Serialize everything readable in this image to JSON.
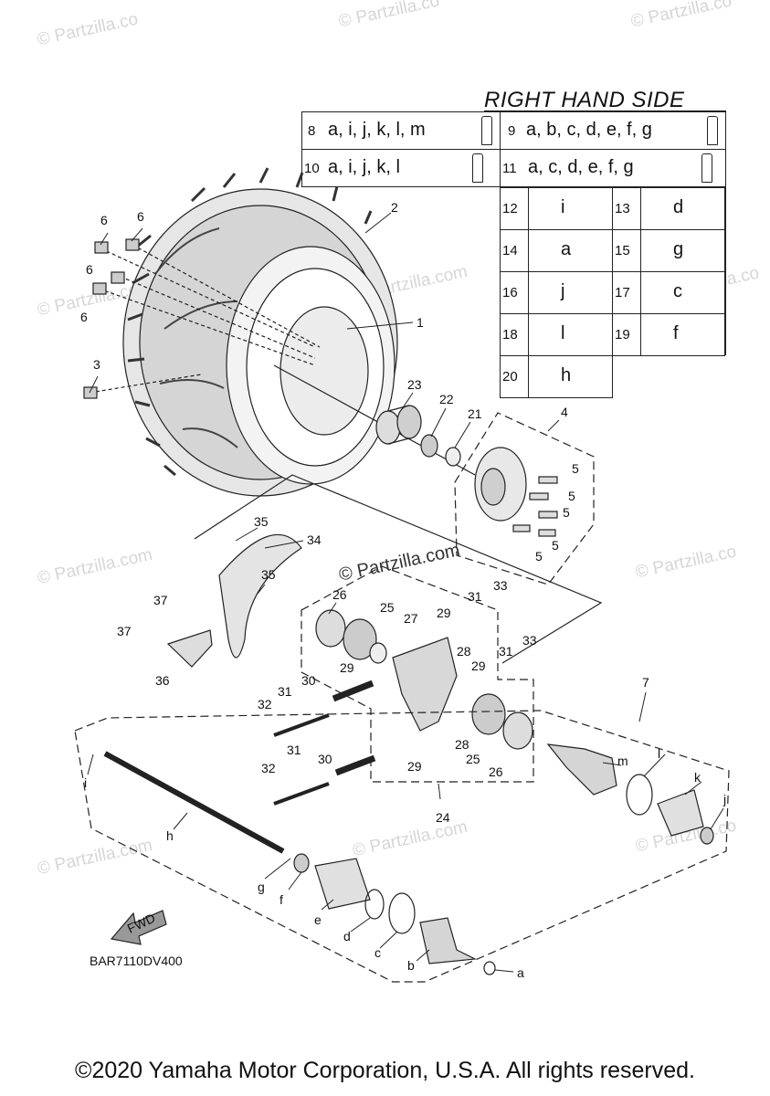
{
  "title": "RIGHT HAND SIDE",
  "copyright": "©2020 Yamaha Motor Corporation, U.S.A. All rights reserved.",
  "diagram_code": "BAR7110DV400",
  "fwd_label": "FWD",
  "watermarks": {
    "short": "© Partzilla.co",
    "long": "© Partzilla.com",
    "center": "© Partzilla.com"
  },
  "chart_legend_top": [
    {
      "num": "8",
      "value": "a, i, j, k, l, m"
    },
    {
      "num": "9",
      "value": "a, b, c, d, e, f, g"
    },
    {
      "num": "10",
      "value": "a, i, j, k, l"
    },
    {
      "num": "11",
      "value": "a, c, d, e, f, g"
    }
  ],
  "chart_legend_grid": [
    {
      "num": "12",
      "value": "i"
    },
    {
      "num": "13",
      "value": "d"
    },
    {
      "num": "14",
      "value": "a"
    },
    {
      "num": "15",
      "value": "g"
    },
    {
      "num": "16",
      "value": "j"
    },
    {
      "num": "17",
      "value": "c"
    },
    {
      "num": "18",
      "value": "l"
    },
    {
      "num": "19",
      "value": "f"
    },
    {
      "num": "20",
      "value": "h"
    }
  ],
  "callouts": {
    "c1": "1",
    "c2": "2",
    "c3": "3",
    "c4": "4",
    "c5": "5",
    "c6": "6",
    "c7": "7",
    "c21": "21",
    "c22": "22",
    "c23": "23",
    "c24": "24",
    "c25": "25",
    "c26": "26",
    "c27": "27",
    "c28": "28",
    "c29": "29",
    "c30": "30",
    "c31": "31",
    "c32": "32",
    "c33": "33",
    "c34": "34",
    "c35": "35",
    "c36": "36",
    "c37": "37",
    "a": "a",
    "b": "b",
    "c": "c",
    "d": "d",
    "e": "e",
    "f": "f",
    "g": "g",
    "h": "h",
    "i": "i",
    "j": "j",
    "k": "k",
    "l": "l",
    "m": "m"
  }
}
